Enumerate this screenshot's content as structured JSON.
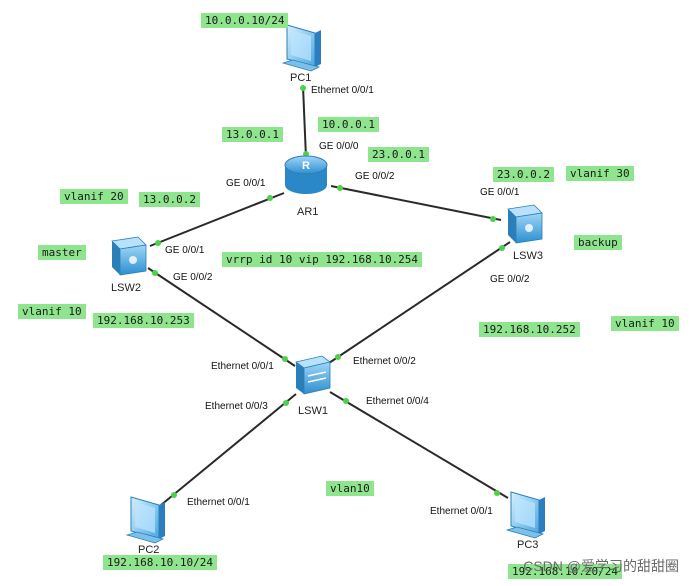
{
  "devices": {
    "pc1": "PC1",
    "ar1": "AR1",
    "lsw2": "LSW2",
    "lsw3": "LSW3",
    "lsw1": "LSW1",
    "pc2": "PC2",
    "pc3": "PC3"
  },
  "ports": {
    "pc1_eth": "Ethernet 0/0/1",
    "ar1_g0": "GE 0/0/0",
    "ar1_g1": "GE 0/0/1",
    "ar1_g2": "GE 0/0/2",
    "lsw2_g1": "GE 0/0/1",
    "lsw2_g2": "GE 0/0/2",
    "lsw3_g1": "GE 0/0/1",
    "lsw3_g2": "GE 0/0/2",
    "lsw1_e1": "Ethernet 0/0/1",
    "lsw1_e2": "Ethernet 0/0/2",
    "lsw1_e3": "Ethernet 0/0/3",
    "lsw1_e4": "Ethernet 0/0/4",
    "pc2_eth": "Ethernet 0/0/1",
    "pc3_eth": "Ethernet 0/0/1"
  },
  "labels": {
    "pc1_ip": "10.0.0.10/24",
    "ar1_net13": "13.0.0.1",
    "ar1_ip10": "10.0.0.1",
    "ar1_ip23": "23.0.0.1",
    "lsw3_ip23": "23.0.0.2",
    "lsw3_vlanif30": "vlanif 30",
    "lsw2_vlanif20": "vlanif 20",
    "lsw2_ip13": "13.0.0.2",
    "lsw2_master": "master",
    "vrrp": "vrrp id 10   vip 192.168.10.254",
    "lsw3_backup": "backup",
    "lsw2_vlanif10": "vlanif 10",
    "lsw2_ip": "192.168.10.253",
    "lsw3_ip": "192.168.10.252",
    "lsw3_vlanif10": "vlanif 10",
    "vlan10": "vlan10",
    "pc2_ip": "192.168.10.10/24",
    "pc3_ip": "192.168.10.20/24"
  },
  "watermark": "CSDN @爱学习的甜甜圈",
  "colors": {
    "tag_bg": "#8ee58e",
    "link": "#2a2a2a",
    "port_dot": "#4ad24a",
    "device_blue": "#3b9fd8"
  }
}
